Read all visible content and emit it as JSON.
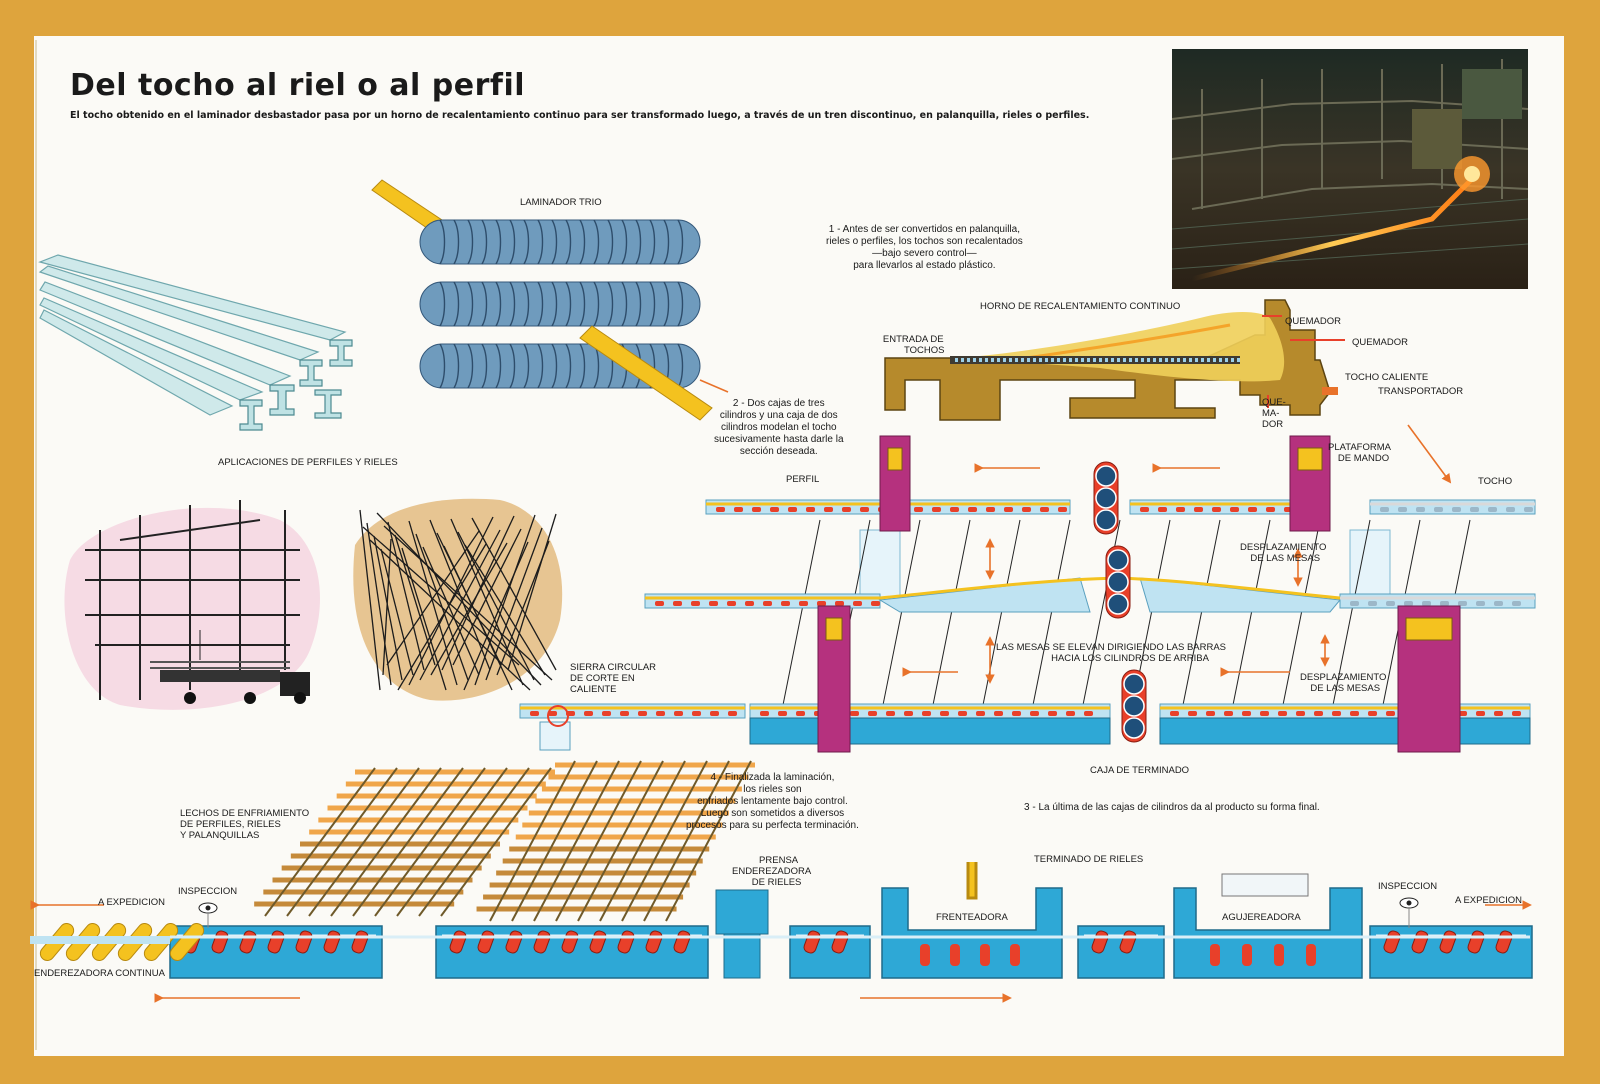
{
  "header": {
    "title": "Del tocho al riel o al perfil",
    "subtitle": "El tocho obtenido en el laminador desbastador pasa por un horno de recalentamiento continuo para ser transformado luego, a través de un tren discontinuo, en palanquilla, rieles o perfiles."
  },
  "labels": {
    "laminador_trio": "LAMINADOR TRIO",
    "aplicaciones": "APLICACIONES DE PERFILES Y RIELES",
    "horno": "HORNO DE RECALENTAMIENTO CONTINUO",
    "entrada_l1": "ENTRADA DE",
    "entrada_l2": "TOCHOS",
    "quemador1": "QUEMADOR",
    "quemador2": "QUEMADOR",
    "quemador3_l1": "QUE-",
    "quemador3_l2": "MA-",
    "quemador3_l3": "DOR",
    "tocho_caliente": "TOCHO CALIENTE",
    "transportador": "TRANSPORTADOR",
    "plataforma_l1": "PLATAFORMA",
    "plataforma_l2": "DE MANDO",
    "tocho": "TOCHO",
    "perfil": "PERFIL",
    "desplazamiento1_l1": "DESPLAZAMIENTO",
    "desplazamiento1_l2": "DE LAS MESAS",
    "mesas_l1": "LAS MESAS SE ELEVAN DIRIGIENDO LAS BARRAS",
    "mesas_l2": "HACIA LOS CILINDROS DE ARRIBA",
    "desplazamiento2_l1": "DESPLAZAMIENTO",
    "desplazamiento2_l2": "DE LAS MESAS",
    "sierra_l1": "SIERRA CIRCULAR",
    "sierra_l2": "DE CORTE EN",
    "sierra_l3": "CALIENTE",
    "caja_terminado": "CAJA DE TERMINADO",
    "lechos_l1": "LECHOS DE ENFRIAMIENTO",
    "lechos_l2": "DE PERFILES, RIELES",
    "lechos_l3": "Y PALANQUILLAS",
    "prensa_l1": "PRENSA",
    "prensa_l2": "ENDEREZADORA",
    "prensa_l3": "DE RIELES",
    "terminado_rieles": "TERMINADO DE RIELES",
    "frenteadora": "FRENTEADORA",
    "agujereadora": "AGUJEREADORA",
    "inspeccion_left": "INSPECCION",
    "inspeccion_right": "INSPECCION",
    "expedicion_left": "A EXPEDICION",
    "expedicion_right": "A EXPEDICION",
    "enderezadora": "ENDEREZADORA CONTINUA"
  },
  "notes": {
    "n1_l1": "1 - Antes de ser convertidos en palanquilla,",
    "n1_l2": "rieles o perfiles, los tochos son recalentados",
    "n1_l3": "—bajo severo control—",
    "n1_l4": "para llevarlos al estado plástico.",
    "n2_l1": "2 - Dos cajas de tres",
    "n2_l2": "cilindros y una caja de dos",
    "n2_l3": "cilindros modelan el tocho",
    "n2_l4": "sucesivamente hasta darle la",
    "n2_l5": "sección deseada.",
    "n3": "3 - La última de las cajas de cilindros da al producto su forma final.",
    "n4_l1": "4 - Finalizada la laminación,",
    "n4_l2": "los rieles son",
    "n4_l3": "enfriados lentamente bajo control.",
    "n4_l4": "Luego son sometidos a diversos",
    "n4_l5": "procesos para su perfecta terminación."
  },
  "colors": {
    "border": "#dea43d",
    "blue": "#2ea8d6",
    "light_blue": "#bfe3f2",
    "red": "#e8402a",
    "magenta": "#b5317e",
    "yellow": "#f4c21f",
    "furnace": "#b68a2c",
    "slate": "#6f9bbd",
    "pink": "#f6dbe4",
    "tan": "#e7c592"
  },
  "icons": [
    "eye-icon",
    "arrow-left-icon",
    "arrow-right-icon",
    "arrow-updown-icon",
    "rotation-icon",
    "truck-icon"
  ]
}
